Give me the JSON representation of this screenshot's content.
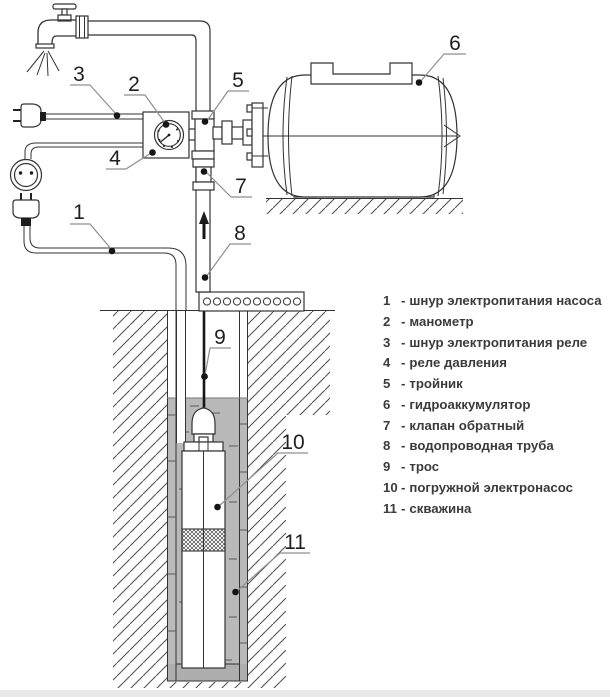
{
  "colors": {
    "background": "#ffffff",
    "line": "#333333",
    "leader": "#8f8f8f",
    "water_gray": "#b9b9b9",
    "earth_line": "#4d4d4d",
    "text": "#3b3b3b",
    "callout_text": "#1f1f1f",
    "bottom_bar": "#e9e9e9"
  },
  "callouts": [
    {
      "num": "1"
    },
    {
      "num": "2"
    },
    {
      "num": "3"
    },
    {
      "num": "4"
    },
    {
      "num": "5"
    },
    {
      "num": "6"
    },
    {
      "num": "7"
    },
    {
      "num": "8"
    },
    {
      "num": "9"
    },
    {
      "num": "10"
    },
    {
      "num": "11"
    }
  ],
  "legend": {
    "separator": "-",
    "items": [
      {
        "num": "1",
        "label": "шнур электропитания насоса"
      },
      {
        "num": "2",
        "label": "манометр"
      },
      {
        "num": "3",
        "label": "шнур электропитания реле"
      },
      {
        "num": "4",
        "label": "реле давления"
      },
      {
        "num": "5",
        "label": "тройник"
      },
      {
        "num": "6",
        "label": "гидроаккумулятор"
      },
      {
        "num": "7",
        "label": "клапан обратный"
      },
      {
        "num": "8",
        "label": "водопроводная труба"
      },
      {
        "num": "9",
        "label": "трос"
      },
      {
        "num": "10",
        "label": "погружной электронасос"
      },
      {
        "num": "11",
        "label": "скважина"
      }
    ]
  }
}
